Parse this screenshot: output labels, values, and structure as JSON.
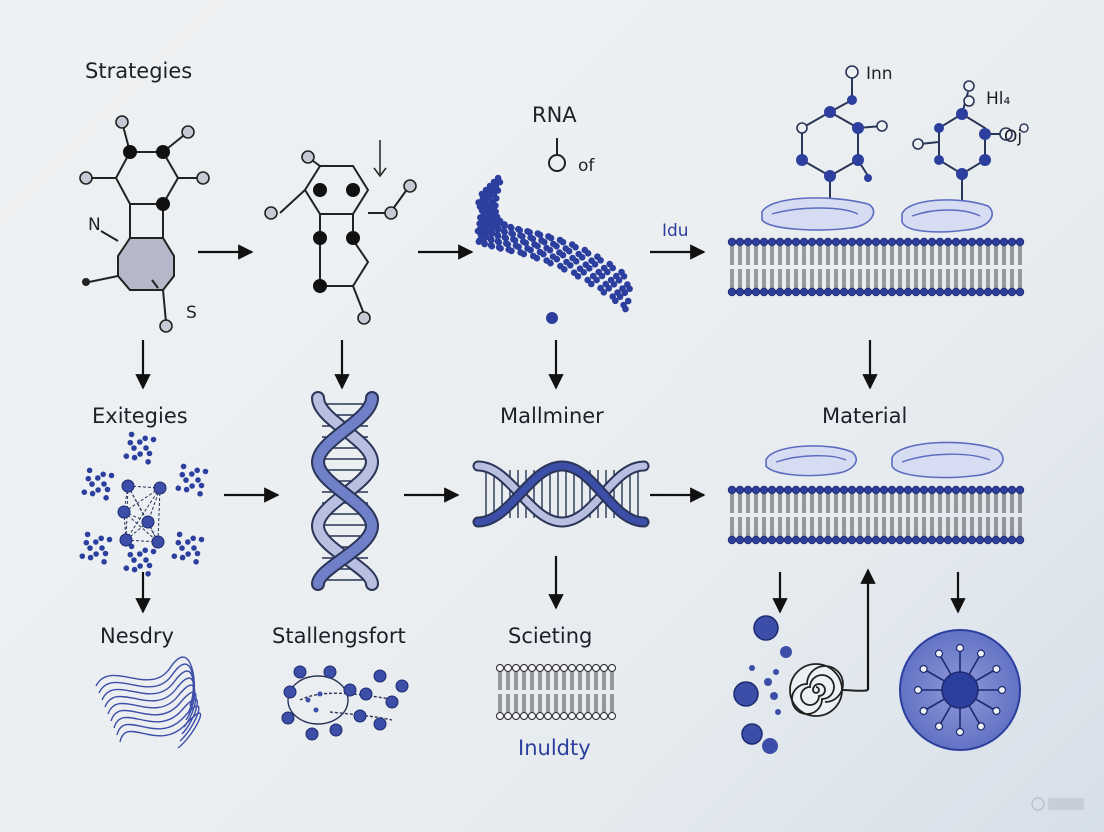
{
  "labels": {
    "strategies": "Strategies",
    "rna": "RNA",
    "of": "of",
    "idu": "Idu",
    "inn": "Inn",
    "hl": "Hl₄",
    "oj": "Oj",
    "n": "N",
    "s": "S",
    "exitegies": "Exitegies",
    "mallminer": "Mallminer",
    "material": "Material",
    "nesdry": "Nesdry",
    "stallengsfort": "Stallengsfort",
    "scieting": "Scieting",
    "inuldty": "Inuldty"
  },
  "colors": {
    "navy": "#2c3f9e",
    "mid_blue": "#6f7fc8",
    "light_blue": "#b9c1e4",
    "dark_node": "#111111",
    "light_node": "#c7cad4"
  }
}
